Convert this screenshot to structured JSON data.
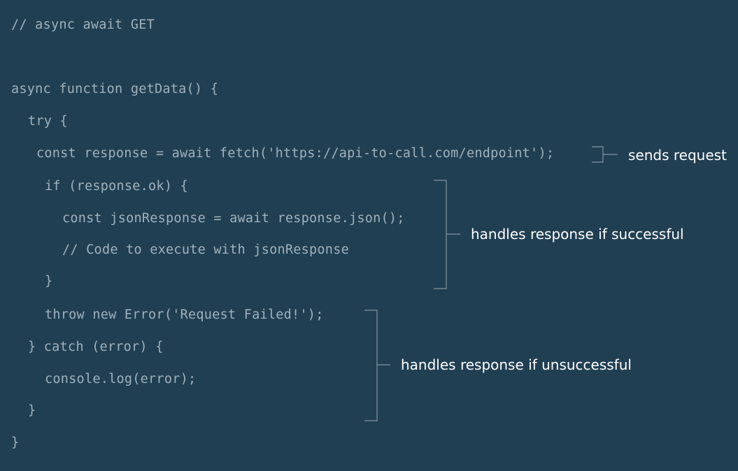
{
  "colors": {
    "background": "#213f53",
    "code_text": "#9fb2bd",
    "annotation_text": "#ffffff",
    "bracket": "#7f95a2"
  },
  "code": [
    "// async await GET",
    "async function getData() {",
    "try {",
    "const response = await fetch('https://api-to-call.com/endpoint');",
    "if (response.ok) {",
    "const jsonResponse = await response.json();",
    "// Code to execute with jsonResponse",
    "}",
    "throw new Error('Request Failed!');",
    "} catch (error) {",
    "console.log(error);",
    "}",
    "}"
  ],
  "annotations": {
    "sends_request": "sends request",
    "handles_success": "handles response if successful",
    "handles_failure": "handles response if unsuccessful"
  }
}
